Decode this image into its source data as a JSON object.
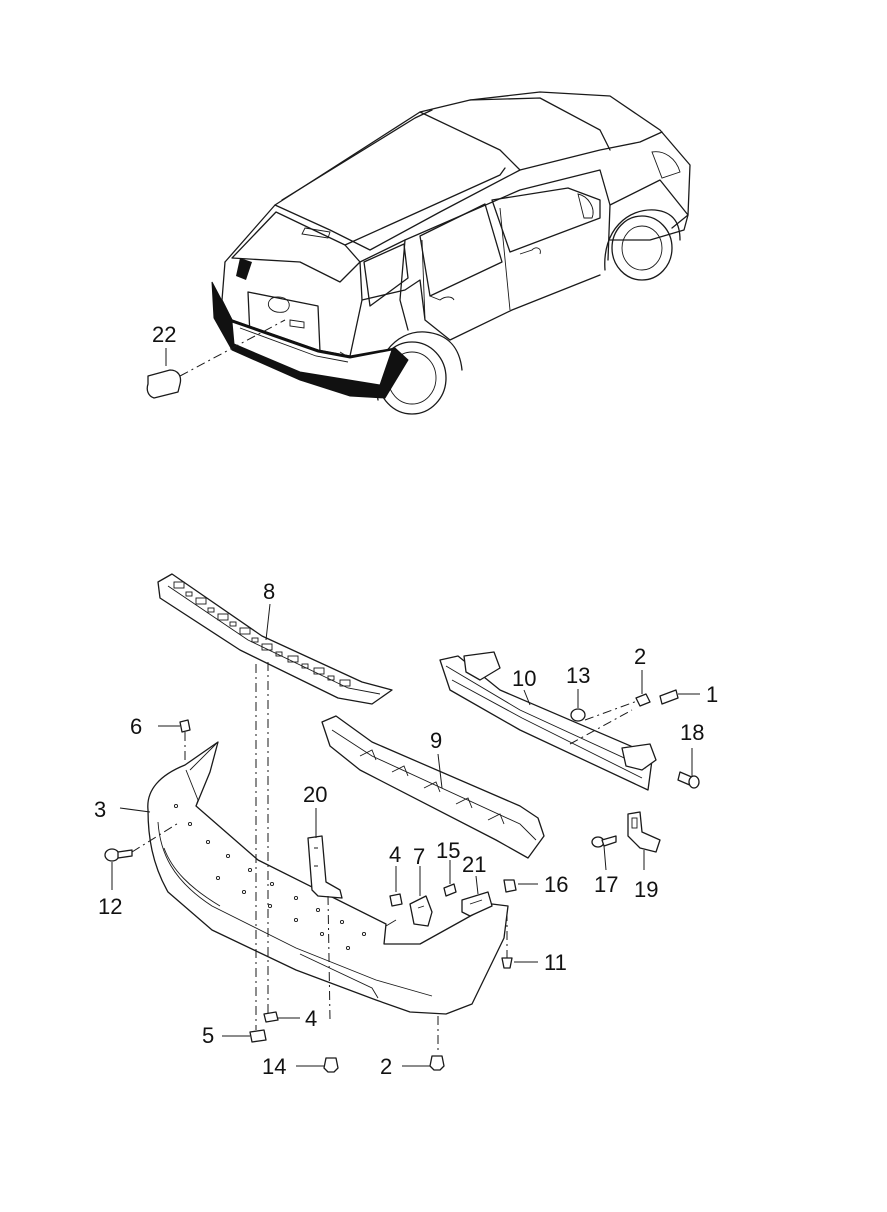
{
  "callouts": [
    {
      "id": "c22",
      "text": "22"
    },
    {
      "id": "c8",
      "text": "8"
    },
    {
      "id": "c10",
      "text": "10"
    },
    {
      "id": "c13",
      "text": "13"
    },
    {
      "id": "c2a",
      "text": "2"
    },
    {
      "id": "c1",
      "text": "1"
    },
    {
      "id": "c9",
      "text": "9"
    },
    {
      "id": "c18",
      "text": "18"
    },
    {
      "id": "c6",
      "text": "6"
    },
    {
      "id": "c3",
      "text": "3"
    },
    {
      "id": "c20",
      "text": "20"
    },
    {
      "id": "c4a",
      "text": "4"
    },
    {
      "id": "c7",
      "text": "7"
    },
    {
      "id": "c15",
      "text": "15"
    },
    {
      "id": "c21",
      "text": "21"
    },
    {
      "id": "c16",
      "text": "16"
    },
    {
      "id": "c17",
      "text": "17"
    },
    {
      "id": "c19",
      "text": "19"
    },
    {
      "id": "c12",
      "text": "12"
    },
    {
      "id": "c11",
      "text": "11"
    },
    {
      "id": "c5",
      "text": "5"
    },
    {
      "id": "c4b",
      "text": "4"
    },
    {
      "id": "c14",
      "text": "14"
    },
    {
      "id": "c2b",
      "text": "2"
    }
  ]
}
